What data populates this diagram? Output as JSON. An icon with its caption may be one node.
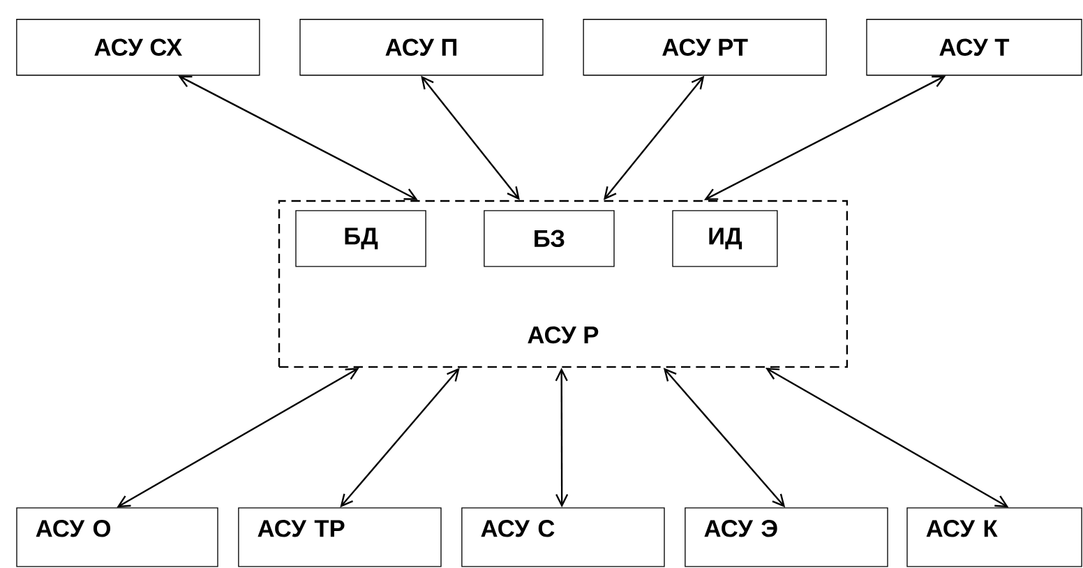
{
  "diagram": {
    "nodes": [
      {
        "text": [
          "АСУ СХ"
        ]
      },
      {
        "text": [
          "АСУ П"
        ]
      },
      {
        "text": [
          "АСУ РТ"
        ]
      },
      {
        "text": [
          "АСУ Т"
        ]
      },
      {
        "text": [
          "АСУ Р"
        ]
      },
      {
        "text": [
          "БД"
        ],
        "in": 4
      },
      {
        "text": [
          "БЗ"
        ],
        "in": 4
      },
      {
        "text": [
          "ИД"
        ],
        "in": 4
      },
      {
        "text": [
          "АСУ О"
        ]
      },
      {
        "text": [
          "АСУ ТР"
        ]
      },
      {
        "text": [
          "АСУ С"
        ]
      },
      {
        "text": [
          "АСУ Э"
        ]
      },
      {
        "text": [
          "АСУ К"
        ]
      }
    ],
    "edges": [
      {
        "from": 0,
        "to": 4,
        "arrow": "both"
      },
      {
        "from": 1,
        "to": 4,
        "arrow": "both"
      },
      {
        "from": 2,
        "to": 4,
        "arrow": "both"
      },
      {
        "from": 3,
        "to": 4,
        "arrow": "both"
      },
      {
        "from": 4,
        "to": 8,
        "arrow": "both"
      },
      {
        "from": 4,
        "to": 9,
        "arrow": "both"
      },
      {
        "from": 4,
        "to": 10,
        "arrow": "both"
      },
      {
        "from": 4,
        "to": 11,
        "arrow": "both"
      },
      {
        "from": 4,
        "to": 12,
        "arrow": "both"
      }
    ]
  }
}
